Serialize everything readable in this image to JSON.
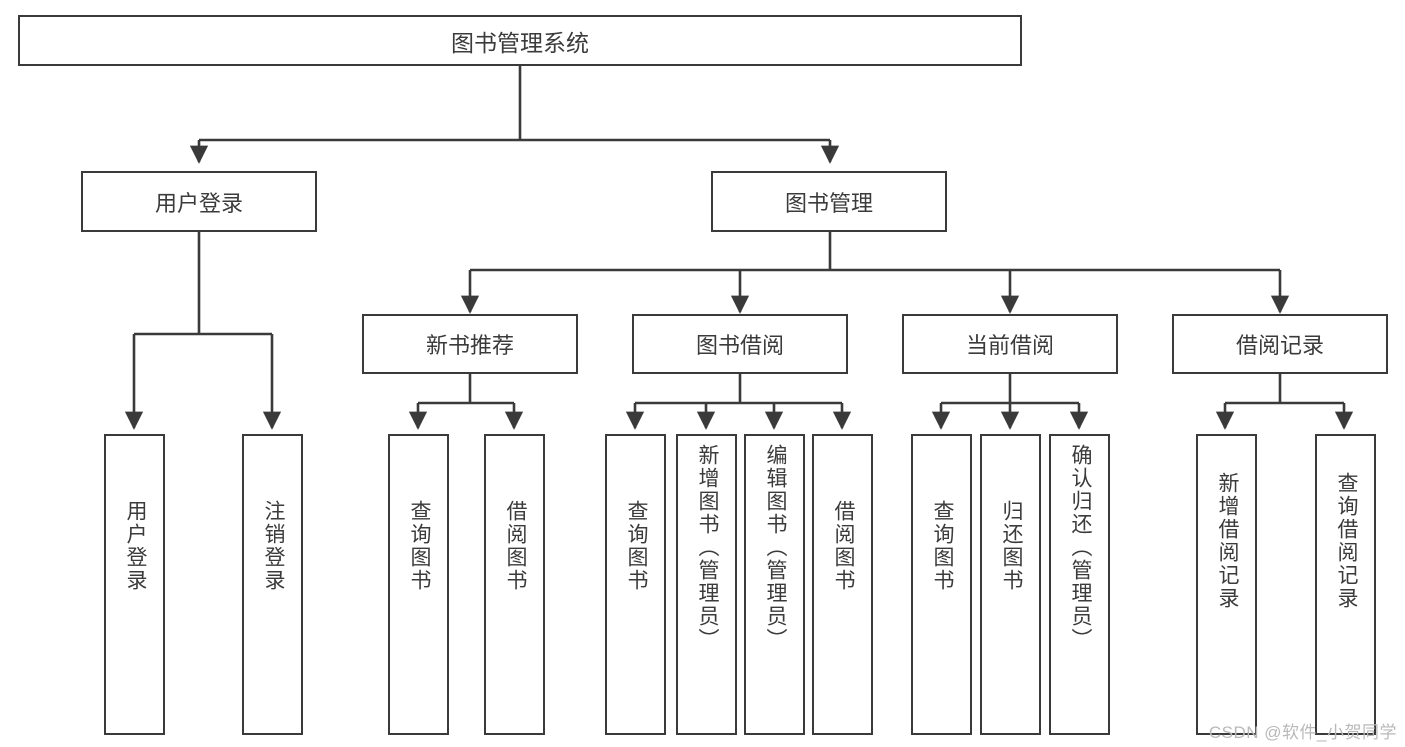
{
  "diagram": {
    "title": "图书管理系统",
    "type": "function-tree-diagram",
    "watermark": "CSDN @软件_小贺同学",
    "colors": {
      "stroke": "#3a3a3a",
      "text": "#3b3b3b",
      "background": "#ffffff",
      "watermark": "#b9b9b9"
    }
  },
  "nodes": {
    "root": {
      "label": "图书管理系统"
    },
    "level2": [
      {
        "id": "user-login",
        "label": "用户登录"
      },
      {
        "id": "book-manage",
        "label": "图书管理"
      }
    ],
    "level3": [
      {
        "id": "new-book-recommend",
        "label": "新书推荐"
      },
      {
        "id": "book-borrow",
        "label": "图书借阅"
      },
      {
        "id": "current-borrow",
        "label": "当前借阅"
      },
      {
        "id": "borrow-record",
        "label": "借阅记录"
      }
    ],
    "leaves": {
      "user_login": [
        {
          "id": "leaf-user-login",
          "label": "用户登录"
        },
        {
          "id": "leaf-logout",
          "label": "注销登录"
        }
      ],
      "new_book_recommend": [
        {
          "id": "leaf-query-book-1",
          "label": "查询图书"
        },
        {
          "id": "leaf-borrow-book-1",
          "label": "借阅图书"
        }
      ],
      "book_borrow": [
        {
          "id": "leaf-query-book-2",
          "label": "查询图书"
        },
        {
          "id": "leaf-add-book",
          "label": "新增图书（管理员）"
        },
        {
          "id": "leaf-edit-book",
          "label": "编辑图书（管理员）"
        },
        {
          "id": "leaf-borrow-book-2",
          "label": "借阅图书"
        }
      ],
      "current_borrow": [
        {
          "id": "leaf-query-book-3",
          "label": "查询图书"
        },
        {
          "id": "leaf-return-book",
          "label": "归还图书"
        },
        {
          "id": "leaf-confirm-return",
          "label": "确认归还（管理员）"
        }
      ],
      "borrow_record": [
        {
          "id": "leaf-add-record",
          "label": "新增借阅记录"
        },
        {
          "id": "leaf-query-record",
          "label": "查询借阅记录"
        }
      ]
    }
  }
}
